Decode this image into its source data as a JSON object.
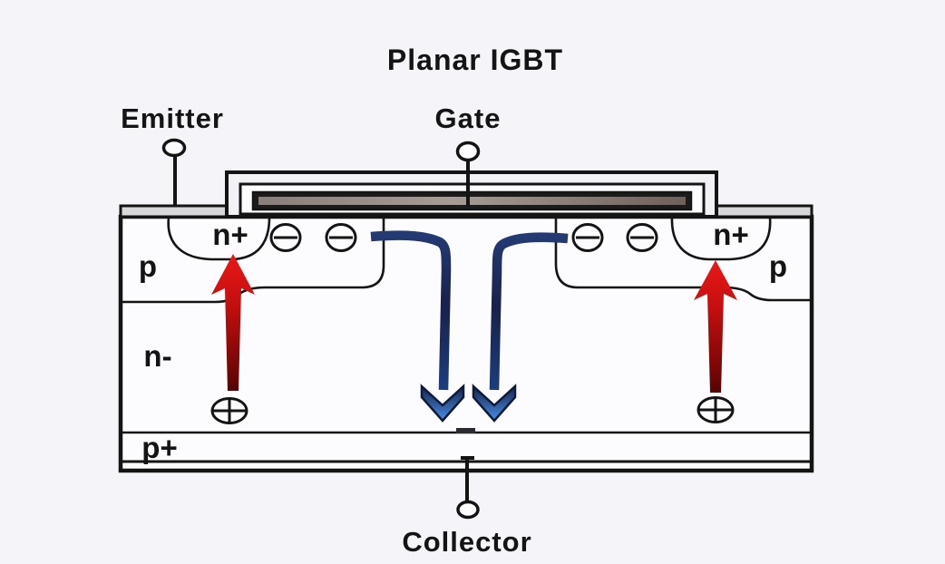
{
  "title": "Planar IGBT",
  "terminals": {
    "emitter": "Emitter",
    "gate": "Gate",
    "collector": "Collector"
  },
  "regions": {
    "n_plus_left": "n+",
    "n_plus_right": "n+",
    "p_left": "p",
    "p_right": "p",
    "n_drift": "n-",
    "p_plus": "p+"
  },
  "icons": {
    "electron": "circled-minus",
    "hole": "circled-plus"
  },
  "colors": {
    "background": "#f5f4f8",
    "device_fill": "#fcfbfd",
    "outline": "#141414",
    "electron_current": "#1e2b55",
    "electron_head": "#4287e0",
    "hole_current": "#cf1010",
    "metal_fill": "#d8d7da"
  }
}
